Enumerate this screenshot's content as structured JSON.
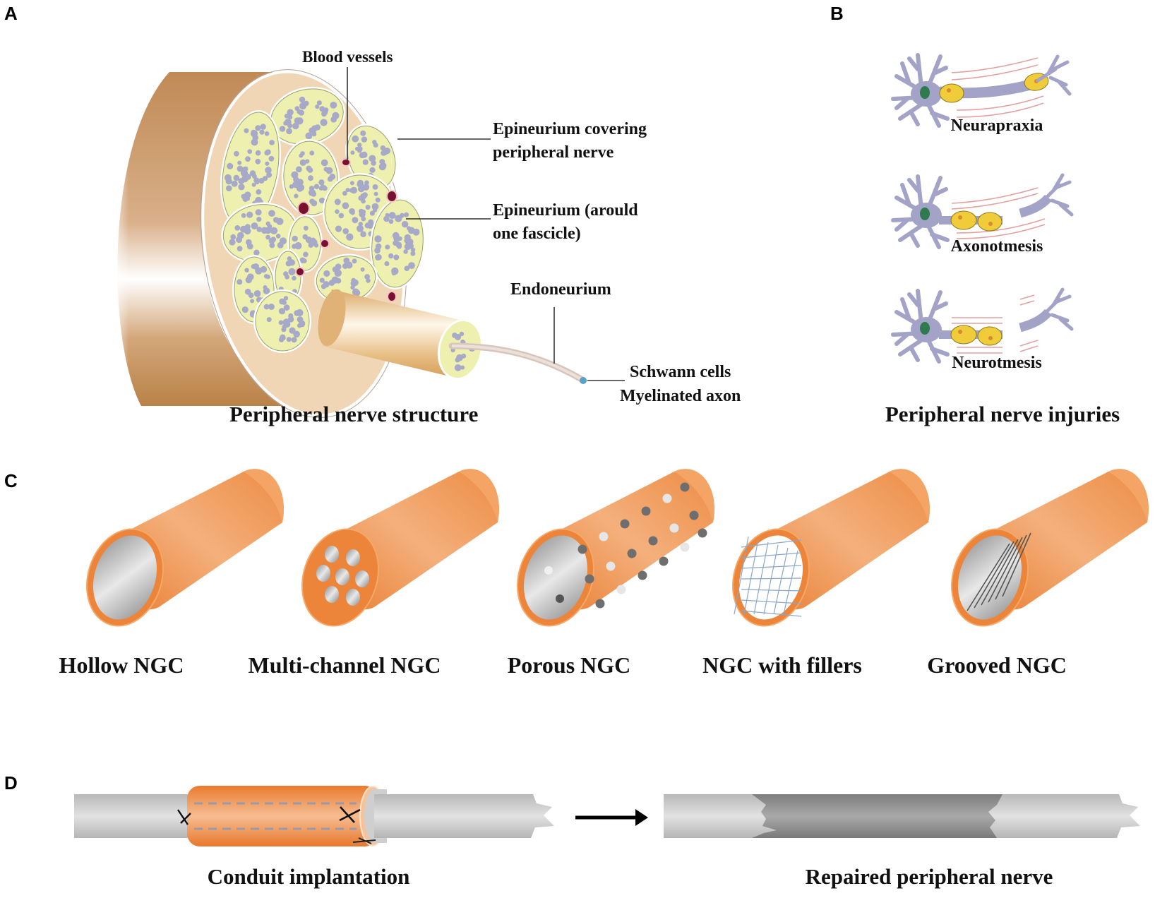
{
  "figure": {
    "panels": [
      {
        "id": "A",
        "letter": "A"
      },
      {
        "id": "B",
        "letter": "B"
      },
      {
        "id": "C",
        "letter": "C"
      },
      {
        "id": "D",
        "letter": "D"
      }
    ]
  },
  "panelA": {
    "caption": "Peripheral nerve structure",
    "labels": {
      "blood_vessels": "Blood vessels",
      "epi_line1": "Epineurium covering",
      "epi_line2": "peripheral nerve",
      "epi2_line1": "Epineurium (arould",
      "epi2_line2": "one fascicle)",
      "endoneurium": "Endoneurium",
      "schwann": "Schwann cells",
      "myelinated": "Myelinated axon"
    },
    "colors": {
      "nerve_sheath": "#c08a55",
      "cross_section": "#f1d6b6",
      "fascicle": "#eef0b0",
      "axon": "#a7a9c8",
      "blood_vessel": "#7a1030"
    }
  },
  "panelB": {
    "caption": "Peripheral nerve injuries",
    "injuries": [
      {
        "name": "Neurapraxia"
      },
      {
        "name": "Axonotmesis"
      },
      {
        "name": "Neurotmesis"
      }
    ],
    "colors": {
      "neuron": "#a3a3c8",
      "schwann_cell": "#f0cc3a",
      "nucleus": "#2f7a4f",
      "sheath_line": "#e3a0a0"
    }
  },
  "panelC": {
    "conduits": [
      {
        "name": "Hollow NGC",
        "type": "hollow"
      },
      {
        "name": "Multi-channel NGC",
        "type": "multichannel"
      },
      {
        "name": "Porous NGC",
        "type": "porous"
      },
      {
        "name": "NGC with fillers",
        "type": "fillers"
      },
      {
        "name": "Grooved NGC",
        "type": "grooved"
      }
    ],
    "colors": {
      "conduit": "#ef8a3e",
      "conduit_light": "#f6b988",
      "lumen": "#b5b5b5"
    }
  },
  "panelD": {
    "left_caption": "Conduit implantation",
    "right_caption": "Repaired peripheral nerve",
    "colors": {
      "nerve": "#c9c9c9",
      "regenerated": "#8f8f8f",
      "conduit": "#ef8a3e"
    }
  }
}
